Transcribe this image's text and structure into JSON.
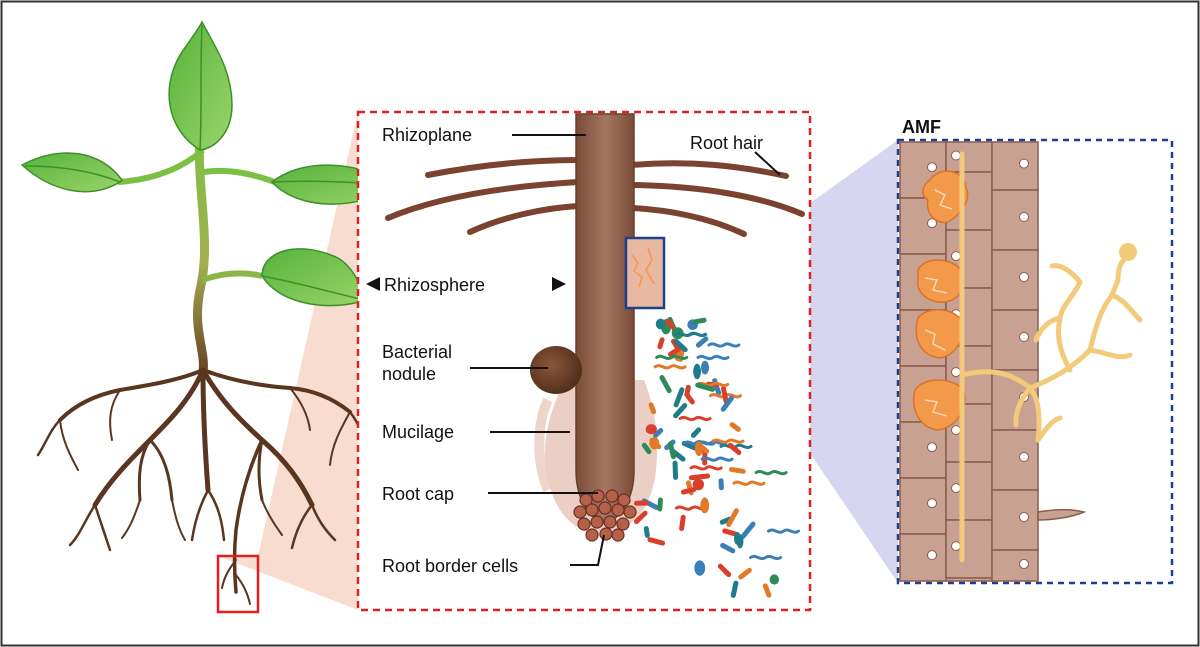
{
  "labels": {
    "rhizoplane": "Rhizoplane",
    "root_hair": "Root hair",
    "rhizosphere": "Rhizosphere",
    "bacterial_nodule_line1": "Bacterial",
    "bacterial_nodule_line2": "nodule",
    "mucilage": "Mucilage",
    "root_cap": "Root cap",
    "root_border_cells": "Root border cells",
    "amf": "AMF"
  },
  "colors": {
    "frame": "#333333",
    "leaf": "#6cc04a",
    "leaf_dark": "#3d8f2a",
    "stem_top": "#7bbf3a",
    "root": "#5a3520",
    "root_main": "#8a5a44",
    "root_light": "#a97a66",
    "mucilage": "#e8c9c0",
    "zoom_red": "#f6d3c6",
    "zoom_blue": "#c9c8ec",
    "red_box": "#e02020",
    "blue_box": "#1d3f8f",
    "cell": "#c8a090",
    "cell_line": "#8a5d4c",
    "fungus": "#f7a24a",
    "hyphae": "#f6d08a",
    "bacteria_red": "#d9402c",
    "bacteria_teal": "#1f7c8a",
    "bacteria_blue": "#3a7fb8",
    "bacteria_green": "#2e8a5a",
    "bacteria_orange": "#e07a2a"
  }
}
